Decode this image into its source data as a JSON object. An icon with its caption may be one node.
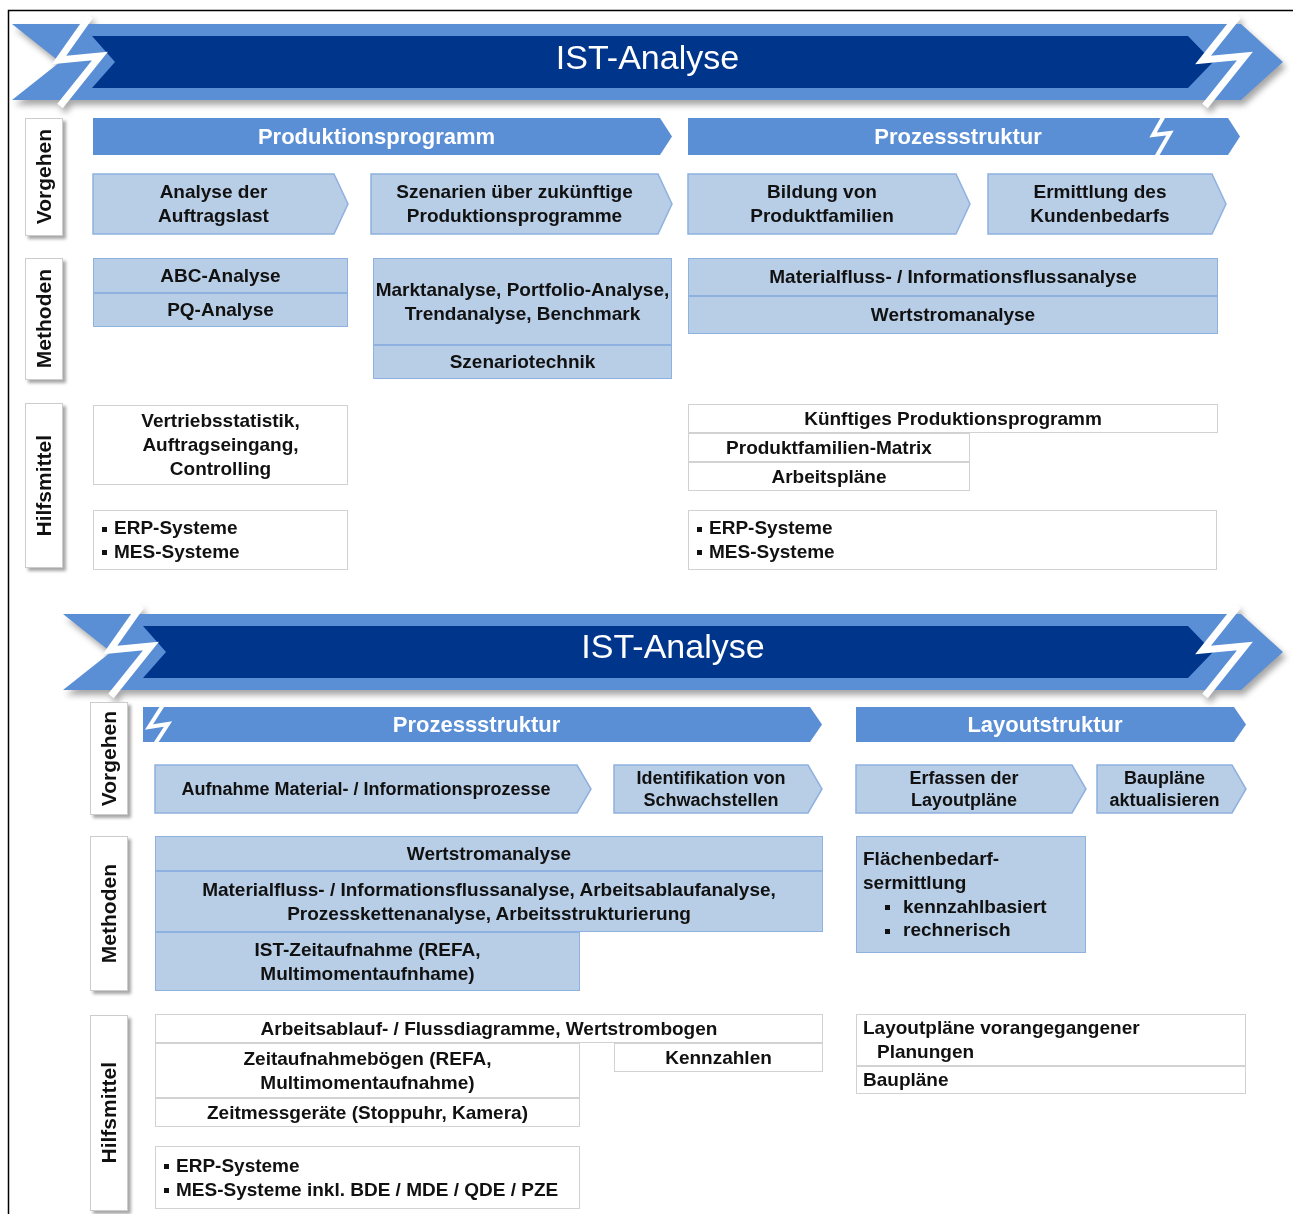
{
  "diagram": {
    "nodes": [
      {
        "text": [
          "IST-Analyse"
        ]
      },
      {
        "text": [
          "Vorgehen"
        ]
      },
      {
        "text": [
          "Produktionsprogramm"
        ]
      },
      {
        "text": [
          "Prozessstruktur"
        ]
      },
      {
        "text": [
          "Analyse der Auftragslast"
        ]
      },
      {
        "text": [
          "Szenarien über zukünftige Produktionsprogramme"
        ]
      },
      {
        "text": [
          "Bildung von Produktfamilien"
        ]
      },
      {
        "text": [
          "Ermittlung des Kundenbedarfs"
        ]
      },
      {
        "text": [
          "Methoden"
        ]
      },
      {
        "text": [
          "ABC-Analyse"
        ]
      },
      {
        "text": [
          "PQ-Analyse"
        ]
      },
      {
        "text": [
          "Marktanalyse, Portfolio-Analyse, Trendanalyse, Benchmark"
        ]
      },
      {
        "text": [
          "Szenariotechnik"
        ]
      },
      {
        "text": [
          "Materialfluss- / Informationsflussanalyse"
        ]
      },
      {
        "text": [
          "Wertstromanalyse"
        ]
      },
      {
        "text": [
          "Hilfsmittel"
        ]
      },
      {
        "text": [
          "Vertriebsstatistik, Auftragseingang, Controlling"
        ]
      },
      {
        "text": [
          "ERP-Systeme",
          "MES-Systeme"
        ]
      },
      {
        "text": [
          "Künftiges Produktionsprogramm"
        ]
      },
      {
        "text": [
          "Produktfamilien-Matrix"
        ]
      },
      {
        "text": [
          "Arbeitspläne"
        ]
      },
      {
        "text": [
          "ERP-Systeme",
          "MES-Systeme"
        ]
      },
      {
        "text": [
          "IST-Analyse"
        ]
      },
      {
        "text": [
          "Vorgehen"
        ]
      },
      {
        "text": [
          "Prozessstruktur"
        ]
      },
      {
        "text": [
          "Layoutstruktur"
        ]
      },
      {
        "text": [
          "Aufnahme Material- / Informationsprozesse"
        ]
      },
      {
        "text": [
          "Identifikation von Schwachstellen"
        ]
      },
      {
        "text": [
          "Erfassen der Layoutpläne"
        ]
      },
      {
        "text": [
          "Baupläne aktualisieren"
        ]
      },
      {
        "text": [
          "Methoden"
        ]
      },
      {
        "text": [
          "Wertstromanalyse"
        ]
      },
      {
        "text": [
          "Materialfluss- / Informationsflussanalyse, Arbeitsablaufanalyse, Prozesskettenanalyse, Arbeitsstrukturierung"
        ]
      },
      {
        "text": [
          "IST-Zeitaufnahme (REFA, Multimomentaufnhame)"
        ]
      },
      {
        "text": [
          "Flächenbedarf-sermittlung",
          "kennzahlbasiert",
          "rechnerisch"
        ]
      },
      {
        "text": [
          "Hilfsmittel"
        ]
      },
      {
        "text": [
          "Arbeitsablauf- / Flussdiagramme, Wertstrombogen"
        ]
      },
      {
        "text": [
          "Zeitaufnahmebögen (REFA, Multimomentaufnahme)"
        ]
      },
      {
        "text": [
          "Kennzahlen"
        ]
      },
      {
        "text": [
          "Zeitmessgeräte (Stoppuhr, Kamera)"
        ]
      },
      {
        "text": [
          "ERP-Systeme",
          "MES-Systeme inkl. BDE / MDE / QDE / PZE"
        ]
      },
      {
        "text": [
          "Layoutpläne vorangegangener Planungen"
        ]
      },
      {
        "text": [
          "Baupläne"
        ]
      }
    ]
  }
}
